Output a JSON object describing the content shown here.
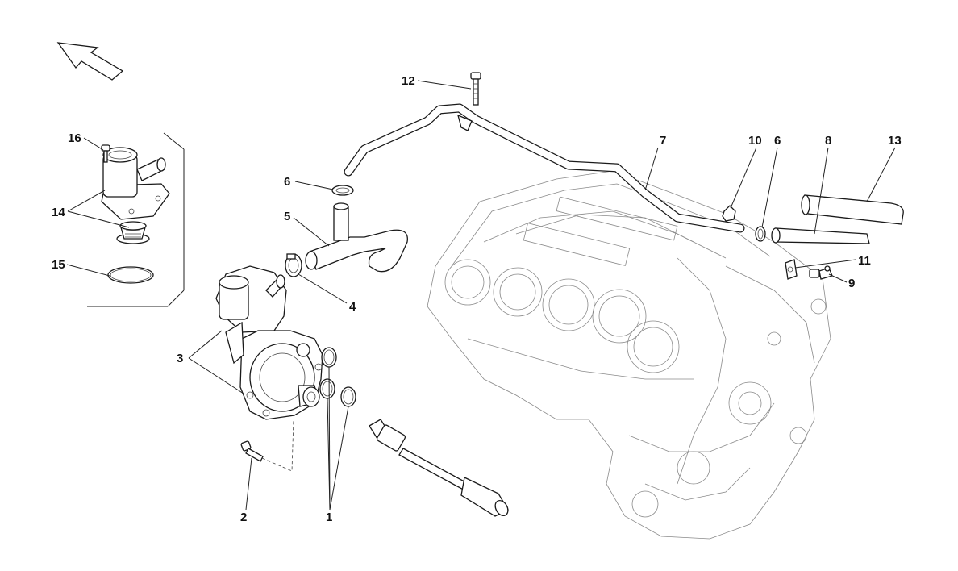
{
  "callouts": {
    "c1": "1",
    "c2": "2",
    "c3": "3",
    "c4": "4",
    "c5": "5",
    "c6a": "6",
    "c6b": "6",
    "c7": "7",
    "c8": "8",
    "c9": "9",
    "c10": "10",
    "c11": "11",
    "c12": "12",
    "c13": "13",
    "c14": "14",
    "c15": "15",
    "c16": "16"
  },
  "icons": {
    "direction": "direction-arrow-icon"
  }
}
